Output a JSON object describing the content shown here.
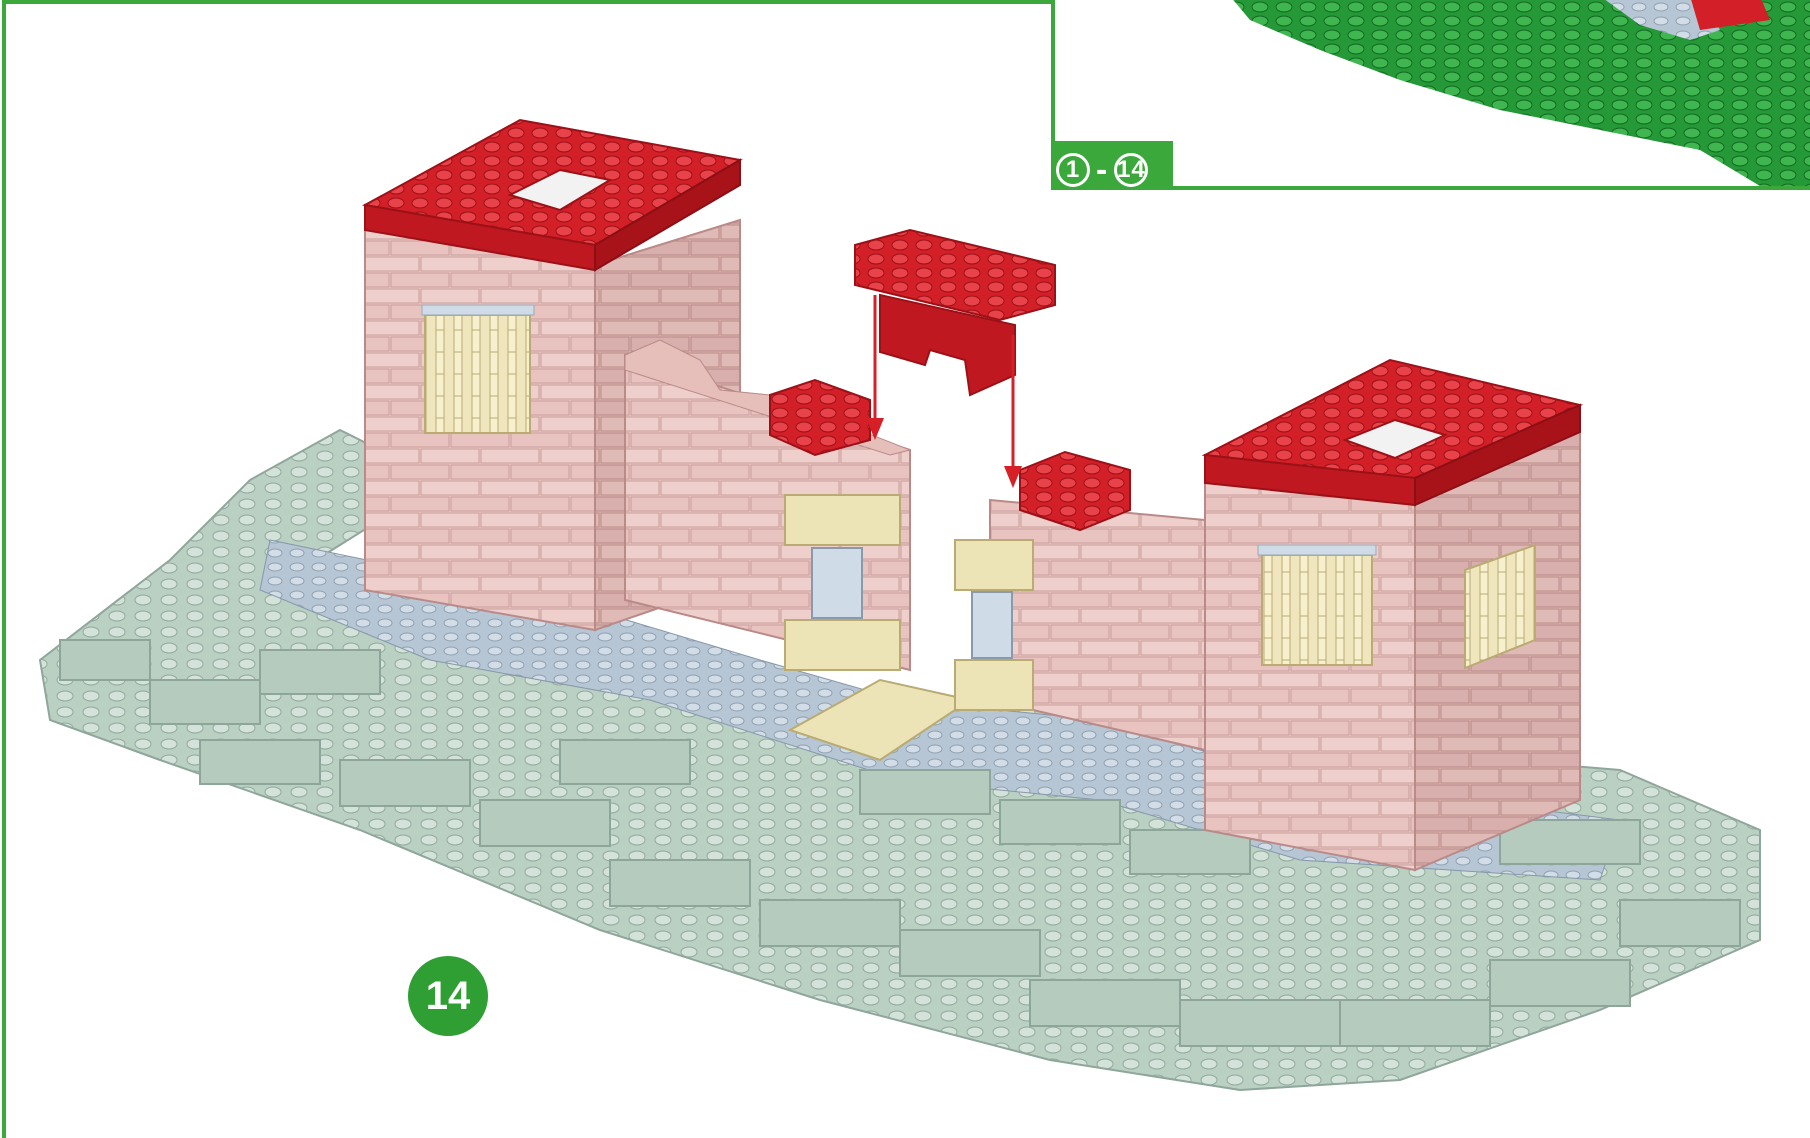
{
  "step": {
    "number": "14",
    "range_start": "1",
    "range_separator": "-",
    "range_end": "14"
  },
  "colors": {
    "frame_green": "#3aa83a",
    "badge_green": "#2f9e33",
    "roof_red": "#d61f26",
    "wall_pink": "#ecc9c6",
    "window_cream": "#ece3b7",
    "ground_grey_green": "#b8cfc2",
    "path_blue": "#b9c8d6",
    "baseplate_green": "#2a9a3a",
    "arrow_red": "#d61f26"
  },
  "icons": {
    "build_arrow": "down-arrow-icon",
    "step_badge": "circled-number-icon"
  }
}
